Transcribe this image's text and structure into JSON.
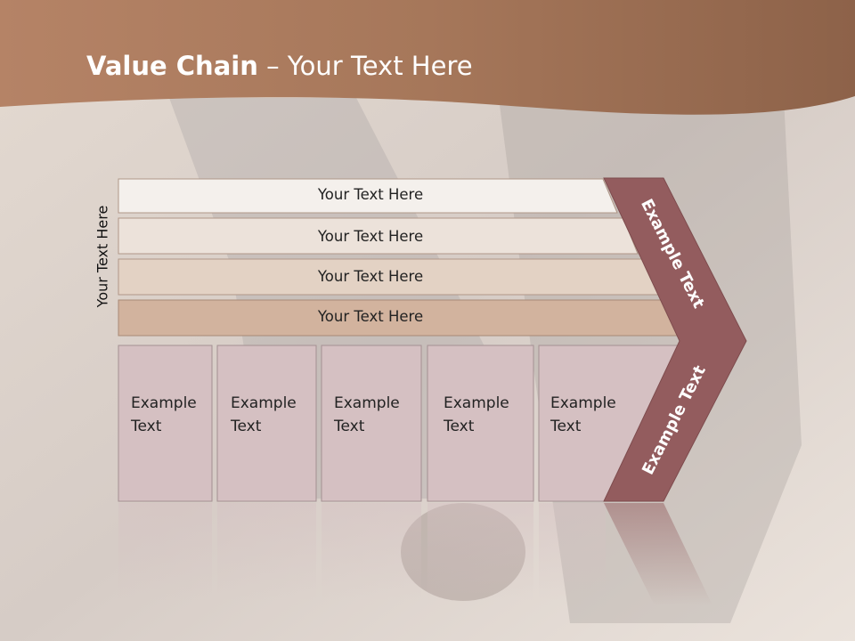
{
  "title": {
    "bold": "Value Chain",
    "rest": " – Your Text Here"
  },
  "side_label": "Your Text Here",
  "rows": [
    "Your Text Here",
    "Your Text Here",
    "Your Text Here",
    "Your Text Here"
  ],
  "columns": [
    {
      "line1": "Example",
      "line2": "Text"
    },
    {
      "line1": "Example",
      "line2": "Text"
    },
    {
      "line1": "Example",
      "line2": "Text"
    },
    {
      "line1": "Example",
      "line2": "Text"
    },
    {
      "line1": "Example",
      "line2": "Text"
    }
  ],
  "chevron": {
    "upper": "Example Text",
    "lower": "Example Text"
  },
  "colors": {
    "header": "#a7765a",
    "row1": "#f4f0ec",
    "row2": "#ece2da",
    "row3": "#e3d2c4",
    "row4": "#d2b39e",
    "column": "#d5c0c2",
    "chevron": "#935c5e"
  }
}
